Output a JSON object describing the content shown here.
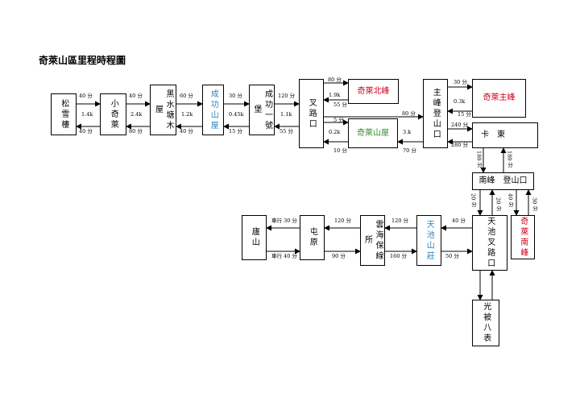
{
  "title": "奇萊山區里程時程圖",
  "nodes": {
    "songxue": "松雪樓",
    "xiaoqilai": "小奇萊",
    "heishui": "黑水塘木屋",
    "chenggong": "成功山屋",
    "chenggong1": "成功一號堡",
    "chalu": "叉路口",
    "qilai_north": "奇萊北峰",
    "qilai_hut": "奇萊山屋",
    "main_trailhead": "主峰登山口",
    "qilai_main": "奇萊主峰",
    "kadong": "卡　東",
    "south_trailhead": "南峰　登山口",
    "tianchi_jct": "天池叉路口",
    "qilai_south": "奇萊南峰",
    "guangbei": "光被八表",
    "tianchi_hut": "天池山莊",
    "yunhai": "雲海保線所",
    "tunyuan": "屯原",
    "lushan": "廬山"
  },
  "labels": {
    "s_x_top": "40 分",
    "s_x_mid": "1.4k",
    "s_x_bot": "40 分",
    "x_h_top": "40 分",
    "x_h_mid": "2.4k",
    "x_h_bot": "80 分",
    "h_c_top": "60 分",
    "h_c_mid": "1.2k",
    "h_c_bot": "40 分",
    "c_c1_top": "30 分",
    "c_c1_mid": "0.45k",
    "c_c1_bot": "15 分",
    "c1_ch_top": "120 分",
    "c1_ch_mid": "1.1k",
    "c1_ch_bot": "55 分",
    "ch_n_top": "80 分",
    "ch_n_mid": "1.9k",
    "ch_n_bot": "55 分",
    "ch_hut_top": "5 分",
    "ch_hut_mid": "0.2k",
    "ch_hut_bot": "10 分",
    "ch_mt_top": "80 分",
    "ch_mt_mid": "3.k",
    "ch_mt_bot": "70 分",
    "mt_m_top": "30 分",
    "mt_m_mid": "0.3k",
    "mt_m_bot": "15 分",
    "mt_k_top": "240 分",
    "mt_k_bot": "280 分",
    "k_st_left": "180 分",
    "k_st_right": "180 分",
    "st_tj_left": "20 分",
    "st_tj_right": "20 分",
    "st_s_left": "40 分",
    "st_s_right": "30 分",
    "tj_th_top": "40 分",
    "tj_th_bot": "50 分",
    "th_y_top": "120 分",
    "th_y_bot": "160 分",
    "y_t_top": "120 分",
    "y_t_bot": "90 分",
    "t_l_top": "車行 30 分",
    "t_l_bot": "車行 40 分"
  }
}
